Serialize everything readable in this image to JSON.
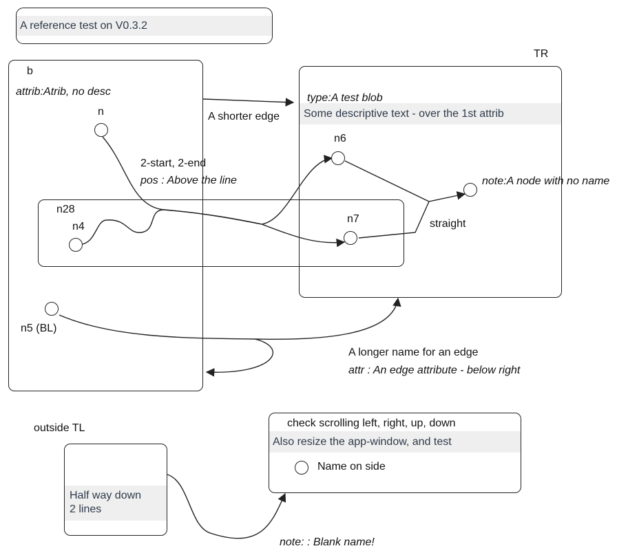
{
  "title_box": {
    "text": "A reference test on V0.3.2"
  },
  "groups": {
    "b": {
      "name": "b",
      "attr": "attrib:Atrib, no desc"
    },
    "tr": {
      "name": "TR",
      "type_attr": "type:A test blob",
      "description": "Some descriptive text - over the 1st attrib"
    },
    "n28": {
      "name": "n28"
    },
    "outside_tl": {
      "name": "outside TL",
      "description_line1": "Half way down",
      "description_line2": "2 lines"
    },
    "check": {
      "name": "check scrolling left, right, up, down",
      "description": "Also resize the app-window, and test"
    }
  },
  "nodes": {
    "n": "n",
    "n4": "n4",
    "n5": "n5 (BL)",
    "n6": "n6",
    "n7": "n7",
    "noname_note": "note:A node with no name",
    "side": "Name on side"
  },
  "edges": {
    "shorter": "A shorter edge",
    "two_start_end": "2-start, 2-end",
    "pos_attr": "pos : Above the line",
    "straight": "straight",
    "longer": "A longer name for an edge",
    "longer_attr": "attr : An edge attribute - below right",
    "blank_note": "note: : Blank name!"
  }
}
